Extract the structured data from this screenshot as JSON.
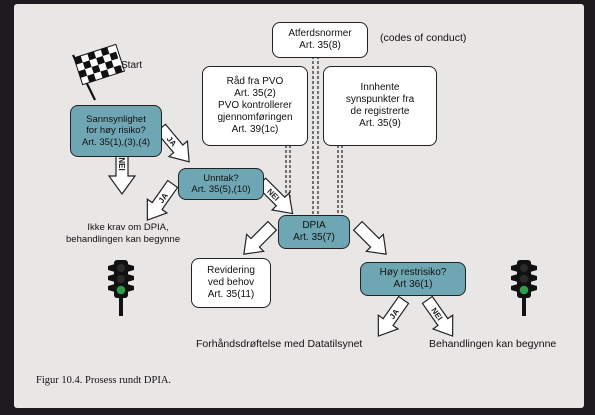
{
  "boxes": {
    "atferdsnormer": {
      "line1": "Atferdsnormer",
      "line2": "Art. 35(8)"
    },
    "raad_pvo": {
      "line1": "Råd fra PVO",
      "line2": "Art. 35(2)",
      "line3": "PVO kontrollerer",
      "line4": "gjennomføringen",
      "line5": "Art. 39(1c)"
    },
    "innhente": {
      "line1": "Innhente",
      "line2": "synspunkter fra",
      "line3": "de registrerte",
      "line4": "Art. 35(9)"
    },
    "sannsynlighet": {
      "line1": "Sannsynlighet",
      "line2": "for høy risiko?",
      "line3": "Art. 35(1),(3),(4)"
    },
    "unntak": {
      "line1": "Unntak?",
      "line2": "Art. 35(5),(10)"
    },
    "dpia": {
      "line1": "DPIA",
      "line2": "Art. 35(7)"
    },
    "revidering": {
      "line1": "Revidering",
      "line2": "ved behov",
      "line3": "Art. 35(11)"
    },
    "hoy_restrisiko": {
      "line1": "Høy restrisiko?",
      "line2": "Art 36(1)"
    }
  },
  "labels": {
    "codes": "(codes of conduct)",
    "start": "Start",
    "ikke_krav_1": "Ikke krav om DPIA,",
    "ikke_krav_2": "behandlingen kan begynne",
    "forhand": "Forhåndsdrøftelse med Datatilsynet",
    "behandling": "Behandlingen kan begynne",
    "caption": "Figur 10.4. Prosess rundt DPIA."
  },
  "arrows": {
    "ja": "JA",
    "nei": "NEI"
  },
  "colors": {
    "teal": "#6fa6b3",
    "paper": "#e9e6e6",
    "line": "#222222",
    "light_red": "#c0392b",
    "light_green": "#2e9e4a"
  },
  "icons": [
    "checkered-flag-icon",
    "traffic-light-icon"
  ]
}
